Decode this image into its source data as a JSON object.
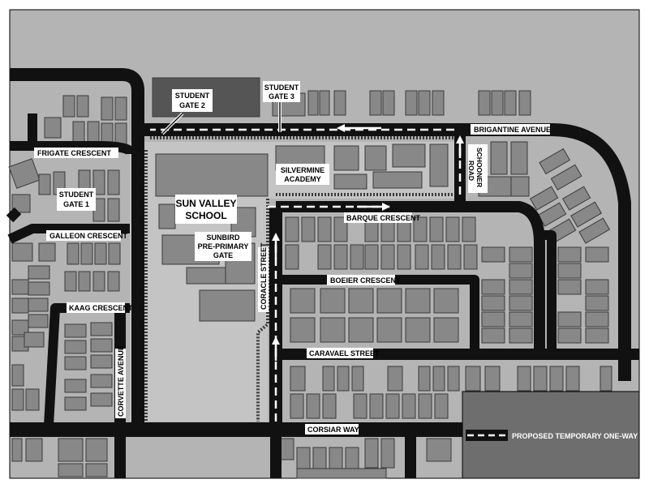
{
  "streets": {
    "frigate": "FRIGATE CRESCENT",
    "galleon": "GALLEON CRESCENT",
    "kaag": "KAAG CRESCENT",
    "corvette": "CORVETTE AVENUE",
    "brigantine": "BRIGANTINE AVENUE",
    "schooner_1": "SCHOONER",
    "schooner_2": "ROAD",
    "barque": "BARQUE CRESCENT",
    "coracle": "CORACLE STREET",
    "boeier": "BOEIER CRESCENT",
    "caravael": "CARAVAEL STREET",
    "corsiar": "CORSIAR WAY"
  },
  "places": {
    "student_gate_1_l1": "STUDENT",
    "student_gate_1_l2": "GATE 1",
    "student_gate_2_l1": "STUDENT",
    "student_gate_2_l2": "GATE 2",
    "student_gate_3_l1": "STUDENT",
    "student_gate_3_l2": "GATE 3",
    "sun_valley_l1": "SUN VALLEY",
    "sun_valley_l2": "SCHOOL",
    "sunbird_l1": "SUNBIRD",
    "sunbird_l2": "PRE-PRIMARY",
    "sunbird_l3": "GATE",
    "silvermine_l1": "SILVERMINE",
    "silvermine_l2": "ACADEMY"
  },
  "legend": {
    "label": "PROPOSED TEMPORARY ONE-WAY"
  },
  "colors": {
    "background": "#b4b4b4",
    "road": "#111111",
    "building": "#888888",
    "building_stroke": "#3a3a3a",
    "school_ground": "#c4c4c4",
    "legend_box": "#6e6e6e",
    "one_way_dash": "#ffffff"
  }
}
